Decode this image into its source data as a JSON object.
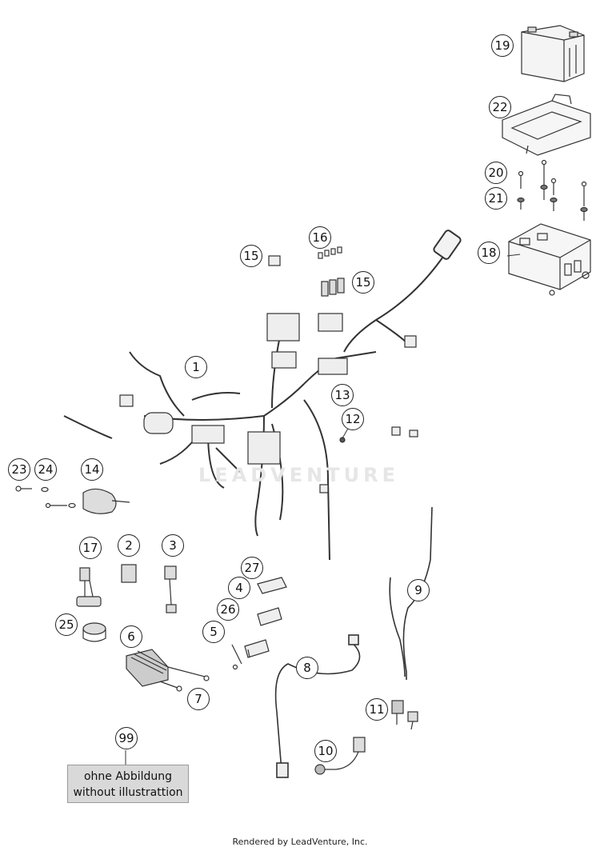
{
  "callouts": [
    {
      "id": "callout-19",
      "label": "19"
    },
    {
      "id": "callout-22",
      "label": "22"
    },
    {
      "id": "callout-20",
      "label": "20"
    },
    {
      "id": "callout-21",
      "label": "21"
    },
    {
      "id": "callout-18",
      "label": "18"
    },
    {
      "id": "callout-16",
      "label": "16"
    },
    {
      "id": "callout-15a",
      "label": "15"
    },
    {
      "id": "callout-15b",
      "label": "15"
    },
    {
      "id": "callout-1",
      "label": "1"
    },
    {
      "id": "callout-13",
      "label": "13"
    },
    {
      "id": "callout-12",
      "label": "12"
    },
    {
      "id": "callout-23",
      "label": "23"
    },
    {
      "id": "callout-24",
      "label": "24"
    },
    {
      "id": "callout-14",
      "label": "14"
    },
    {
      "id": "callout-17",
      "label": "17"
    },
    {
      "id": "callout-2",
      "label": "2"
    },
    {
      "id": "callout-3",
      "label": "3"
    },
    {
      "id": "callout-27",
      "label": "27"
    },
    {
      "id": "callout-4",
      "label": "4"
    },
    {
      "id": "callout-26",
      "label": "26"
    },
    {
      "id": "callout-5",
      "label": "5"
    },
    {
      "id": "callout-9",
      "label": "9"
    },
    {
      "id": "callout-25",
      "label": "25"
    },
    {
      "id": "callout-6",
      "label": "6"
    },
    {
      "id": "callout-7",
      "label": "7"
    },
    {
      "id": "callout-8",
      "label": "8"
    },
    {
      "id": "callout-11",
      "label": "11"
    },
    {
      "id": "callout-99",
      "label": "99"
    },
    {
      "id": "callout-10",
      "label": "10"
    }
  ],
  "note": {
    "line1": "ohne Abbildung",
    "line2": "without illustrattion"
  },
  "watermark": "LEADVENTURE",
  "footer": "Rendered by LeadVenture, Inc."
}
